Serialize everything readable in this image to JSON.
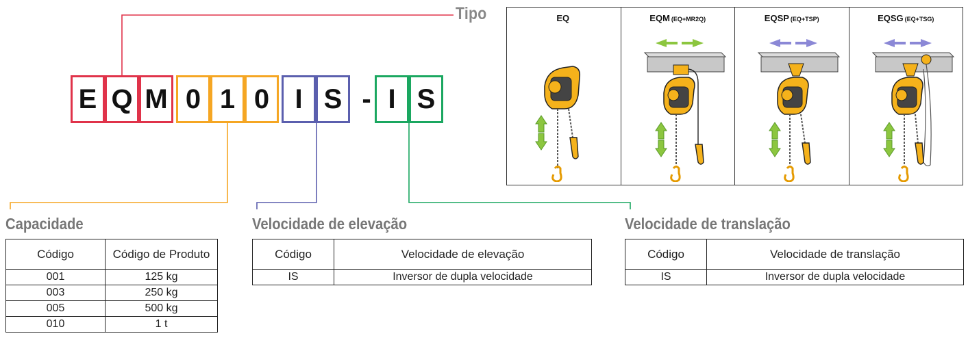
{
  "model_code": {
    "characters": [
      "E",
      "Q",
      "M",
      "0",
      "1",
      "0",
      "I",
      "S",
      "-",
      "I",
      "S"
    ],
    "colors": {
      "tipo": "#e0334a",
      "capacidade": "#f5a623",
      "velocidade_elevacao": "#5b5fae",
      "velocidade_translacao": "#1aa760"
    },
    "tipo_label": "Tipo"
  },
  "types": [
    {
      "code": "EQ",
      "sub": ""
    },
    {
      "code": "EQM",
      "sub": "(EQ+MR2Q)"
    },
    {
      "code": "EQSP",
      "sub": "(EQ+TSP)"
    },
    {
      "code": "EQSG",
      "sub": "(EQ+TSG)"
    }
  ],
  "capacidade": {
    "title": "Capacidade",
    "headers": [
      "Código",
      "Código de Produto"
    ],
    "rows": [
      [
        "001",
        "125 kg"
      ],
      [
        "003",
        "250 kg"
      ],
      [
        "005",
        "500 kg"
      ],
      [
        "010",
        "1 t"
      ]
    ]
  },
  "velocidade_elevacao": {
    "title": "Velocidade de elevação",
    "headers": [
      "Código",
      "Velocidade de elevação"
    ],
    "rows": [
      [
        "IS",
        "Inversor de dupla velocidade"
      ]
    ]
  },
  "velocidade_translacao": {
    "title": "Velocidade de translação",
    "headers": [
      "Código",
      "Velocidade de translação"
    ],
    "rows": [
      [
        "IS",
        "Inversor de dupla velocidade"
      ]
    ]
  }
}
